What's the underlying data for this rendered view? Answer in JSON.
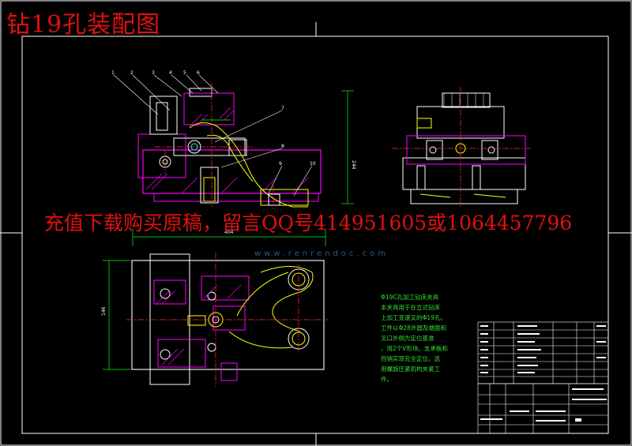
{
  "title": "钻19孔装配图",
  "overlay_text": "充值下载购买原稿，留言QQ号414951605或1064457796",
  "watermark": "www.renrendoc.com",
  "note_lines": [
    "Φ19C孔加工钻床夹具",
    "本夹具用于在立式钻床",
    "上加工变速叉的Φ19孔。",
    "工件以Φ28外圆及端面和",
    "叉口外侧为定位基准",
    "，用2个V形块。支承板和",
    "挡销实现完全定位。选",
    "用螺旋压紧机构夹紧工",
    "件。"
  ],
  "part_numbers": [
    "1",
    "2",
    "3",
    "4",
    "5",
    "6",
    "7",
    "8",
    "9",
    "10"
  ],
  "dimensions": {
    "width_top": "404",
    "height_top": "244",
    "height_plan": "146"
  },
  "colors": {
    "background": "#000000",
    "title": "#e01010",
    "frame": "#ffffff",
    "fixture": "#ff00ff",
    "body": "#ffffff",
    "workpiece": "#ffff00",
    "dimension": "#00ff00",
    "center": "#ff3030",
    "fastener": "#00ffff"
  }
}
